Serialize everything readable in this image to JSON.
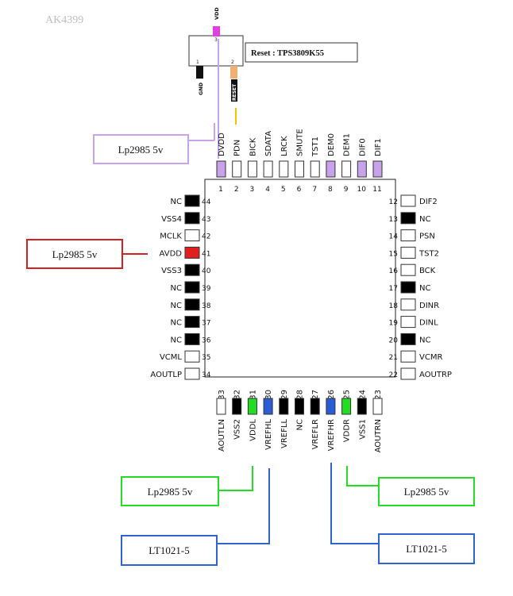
{
  "title": "AK4399",
  "reset_chip": {
    "label": "Reset : TPS3809K55",
    "pins": [
      {
        "num": "3",
        "name": "VDD",
        "color": "#e040e0"
      },
      {
        "num": "1",
        "name": "GND",
        "color": "#111111"
      },
      {
        "num": "2",
        "name": "RESET",
        "color": "#f0b070"
      }
    ]
  },
  "colors": {
    "lavender": "#c8a2ea",
    "red": "#e02020",
    "green": "#22dd22",
    "blue": "#2a5cd6",
    "black": "#000000",
    "white": "#ffffff",
    "yellow": "#f2c400",
    "lp_box_purple": "#c8a2ea",
    "lp_box_red": "#d42020",
    "lp_box_green": "#22dd22",
    "lt_box_blue": "#2f63d0"
  },
  "pins": {
    "top": [
      {
        "num": "1",
        "name": "DVDD",
        "fill": "lavender"
      },
      {
        "num": "2",
        "name": "PDN",
        "fill": "white"
      },
      {
        "num": "3",
        "name": "BICK",
        "fill": "white"
      },
      {
        "num": "4",
        "name": "SDATA",
        "fill": "white"
      },
      {
        "num": "5",
        "name": "LRCK",
        "fill": "white"
      },
      {
        "num": "6",
        "name": "SMUTE",
        "fill": "white"
      },
      {
        "num": "7",
        "name": "TST1",
        "fill": "white"
      },
      {
        "num": "8",
        "name": "DEM0",
        "fill": "lavender"
      },
      {
        "num": "9",
        "name": "DEM1",
        "fill": "white"
      },
      {
        "num": "10",
        "name": "DIF0",
        "fill": "lavender"
      },
      {
        "num": "11",
        "name": "DIF1",
        "fill": "lavender"
      }
    ],
    "left": [
      {
        "num": "44",
        "name": "NC",
        "fill": "black"
      },
      {
        "num": "43",
        "name": "VSS4",
        "fill": "black"
      },
      {
        "num": "42",
        "name": "MCLK",
        "fill": "white"
      },
      {
        "num": "41",
        "name": "AVDD",
        "fill": "red"
      },
      {
        "num": "40",
        "name": "VSS3",
        "fill": "black"
      },
      {
        "num": "39",
        "name": "NC",
        "fill": "black"
      },
      {
        "num": "38",
        "name": "NC",
        "fill": "black"
      },
      {
        "num": "37",
        "name": "NC",
        "fill": "black"
      },
      {
        "num": "36",
        "name": "NC",
        "fill": "black"
      },
      {
        "num": "35",
        "name": "VCML",
        "fill": "white"
      },
      {
        "num": "34",
        "name": "AOUTLP",
        "fill": "white"
      }
    ],
    "right": [
      {
        "num": "12",
        "name": "DIF2",
        "fill": "white"
      },
      {
        "num": "13",
        "name": "NC",
        "fill": "black"
      },
      {
        "num": "14",
        "name": "PSN",
        "fill": "white"
      },
      {
        "num": "15",
        "name": "TST2",
        "fill": "white"
      },
      {
        "num": "16",
        "name": "BCK",
        "fill": "white"
      },
      {
        "num": "17",
        "name": "NC",
        "fill": "black"
      },
      {
        "num": "18",
        "name": "DINR",
        "fill": "white"
      },
      {
        "num": "19",
        "name": "DINL",
        "fill": "white"
      },
      {
        "num": "20",
        "name": "NC",
        "fill": "black"
      },
      {
        "num": "21",
        "name": "VCMR",
        "fill": "white"
      },
      {
        "num": "22",
        "name": "AOUTRP",
        "fill": "white"
      }
    ],
    "bottom": [
      {
        "num": "33",
        "name": "AOUTLN",
        "fill": "white"
      },
      {
        "num": "32",
        "name": "VSS2",
        "fill": "black"
      },
      {
        "num": "31",
        "name": "VDDL",
        "fill": "green"
      },
      {
        "num": "30",
        "name": "VREFHL",
        "fill": "blue"
      },
      {
        "num": "29",
        "name": "VREFLL",
        "fill": "black"
      },
      {
        "num": "28",
        "name": "NC",
        "fill": "black"
      },
      {
        "num": "27",
        "name": "VREFLR",
        "fill": "black"
      },
      {
        "num": "26",
        "name": "VREFHR",
        "fill": "blue"
      },
      {
        "num": "25",
        "name": "VDDR",
        "fill": "green"
      },
      {
        "num": "24",
        "name": "VSS1",
        "fill": "black"
      },
      {
        "num": "23",
        "name": "AOUTRN",
        "fill": "white"
      }
    ]
  },
  "supply_boxes": [
    {
      "id": "lp-dvdd",
      "label": "Lp2985 5v",
      "color": "lavender"
    },
    {
      "id": "lp-avdd",
      "label": "Lp2985 5v",
      "color": "red"
    },
    {
      "id": "lp-vddl",
      "label": "Lp2985 5v",
      "color": "green"
    },
    {
      "id": "lp-vddr",
      "label": "Lp2985 5v",
      "color": "green"
    },
    {
      "id": "lt-vrefhl",
      "label": "LT1021-5",
      "color": "blue"
    },
    {
      "id": "lt-vrefhr",
      "label": "LT1021-5",
      "color": "blue"
    }
  ]
}
